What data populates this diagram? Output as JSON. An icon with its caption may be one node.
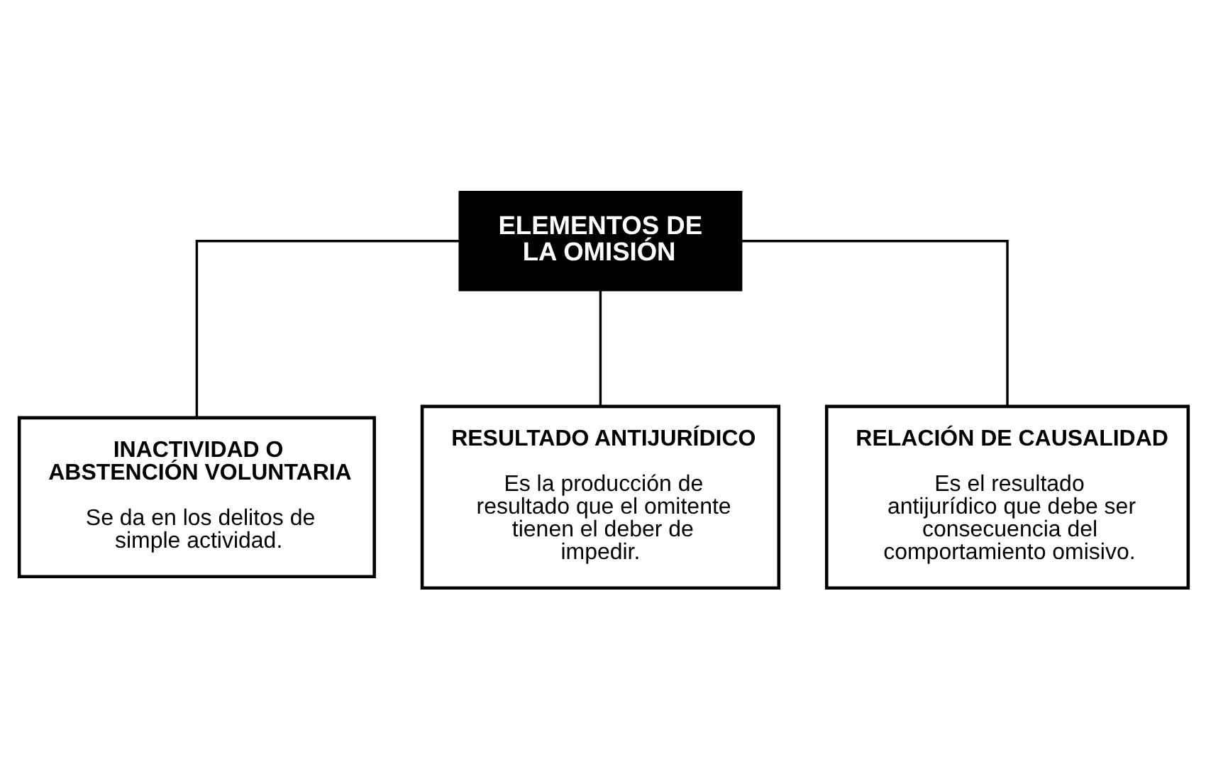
{
  "diagram": {
    "nodes": [
      {
        "text": [
          "ELEMENTOS DE LA OMISIÓN"
        ]
      },
      {
        "text": [
          "INACTIVIDAD O ABSTENCIÓN VOLUNTARIA",
          "Se da en los delitos de simple actividad."
        ]
      },
      {
        "text": [
          "RESULTADO ANTIJURÍDICO",
          "Es la producción de resultado que el omitente tienen el deber de impedir."
        ]
      },
      {
        "text": [
          "RELACIÓN DE CAUSALIDAD",
          "Es el resultado antijurídico que debe ser consecuencia del comportamiento omisivo."
        ]
      }
    ],
    "edges": [
      {
        "from": 0,
        "to": 1,
        "arrow": "none"
      },
      {
        "from": 0,
        "to": 2,
        "arrow": "none"
      },
      {
        "from": 0,
        "to": 3,
        "arrow": "none"
      }
    ]
  }
}
